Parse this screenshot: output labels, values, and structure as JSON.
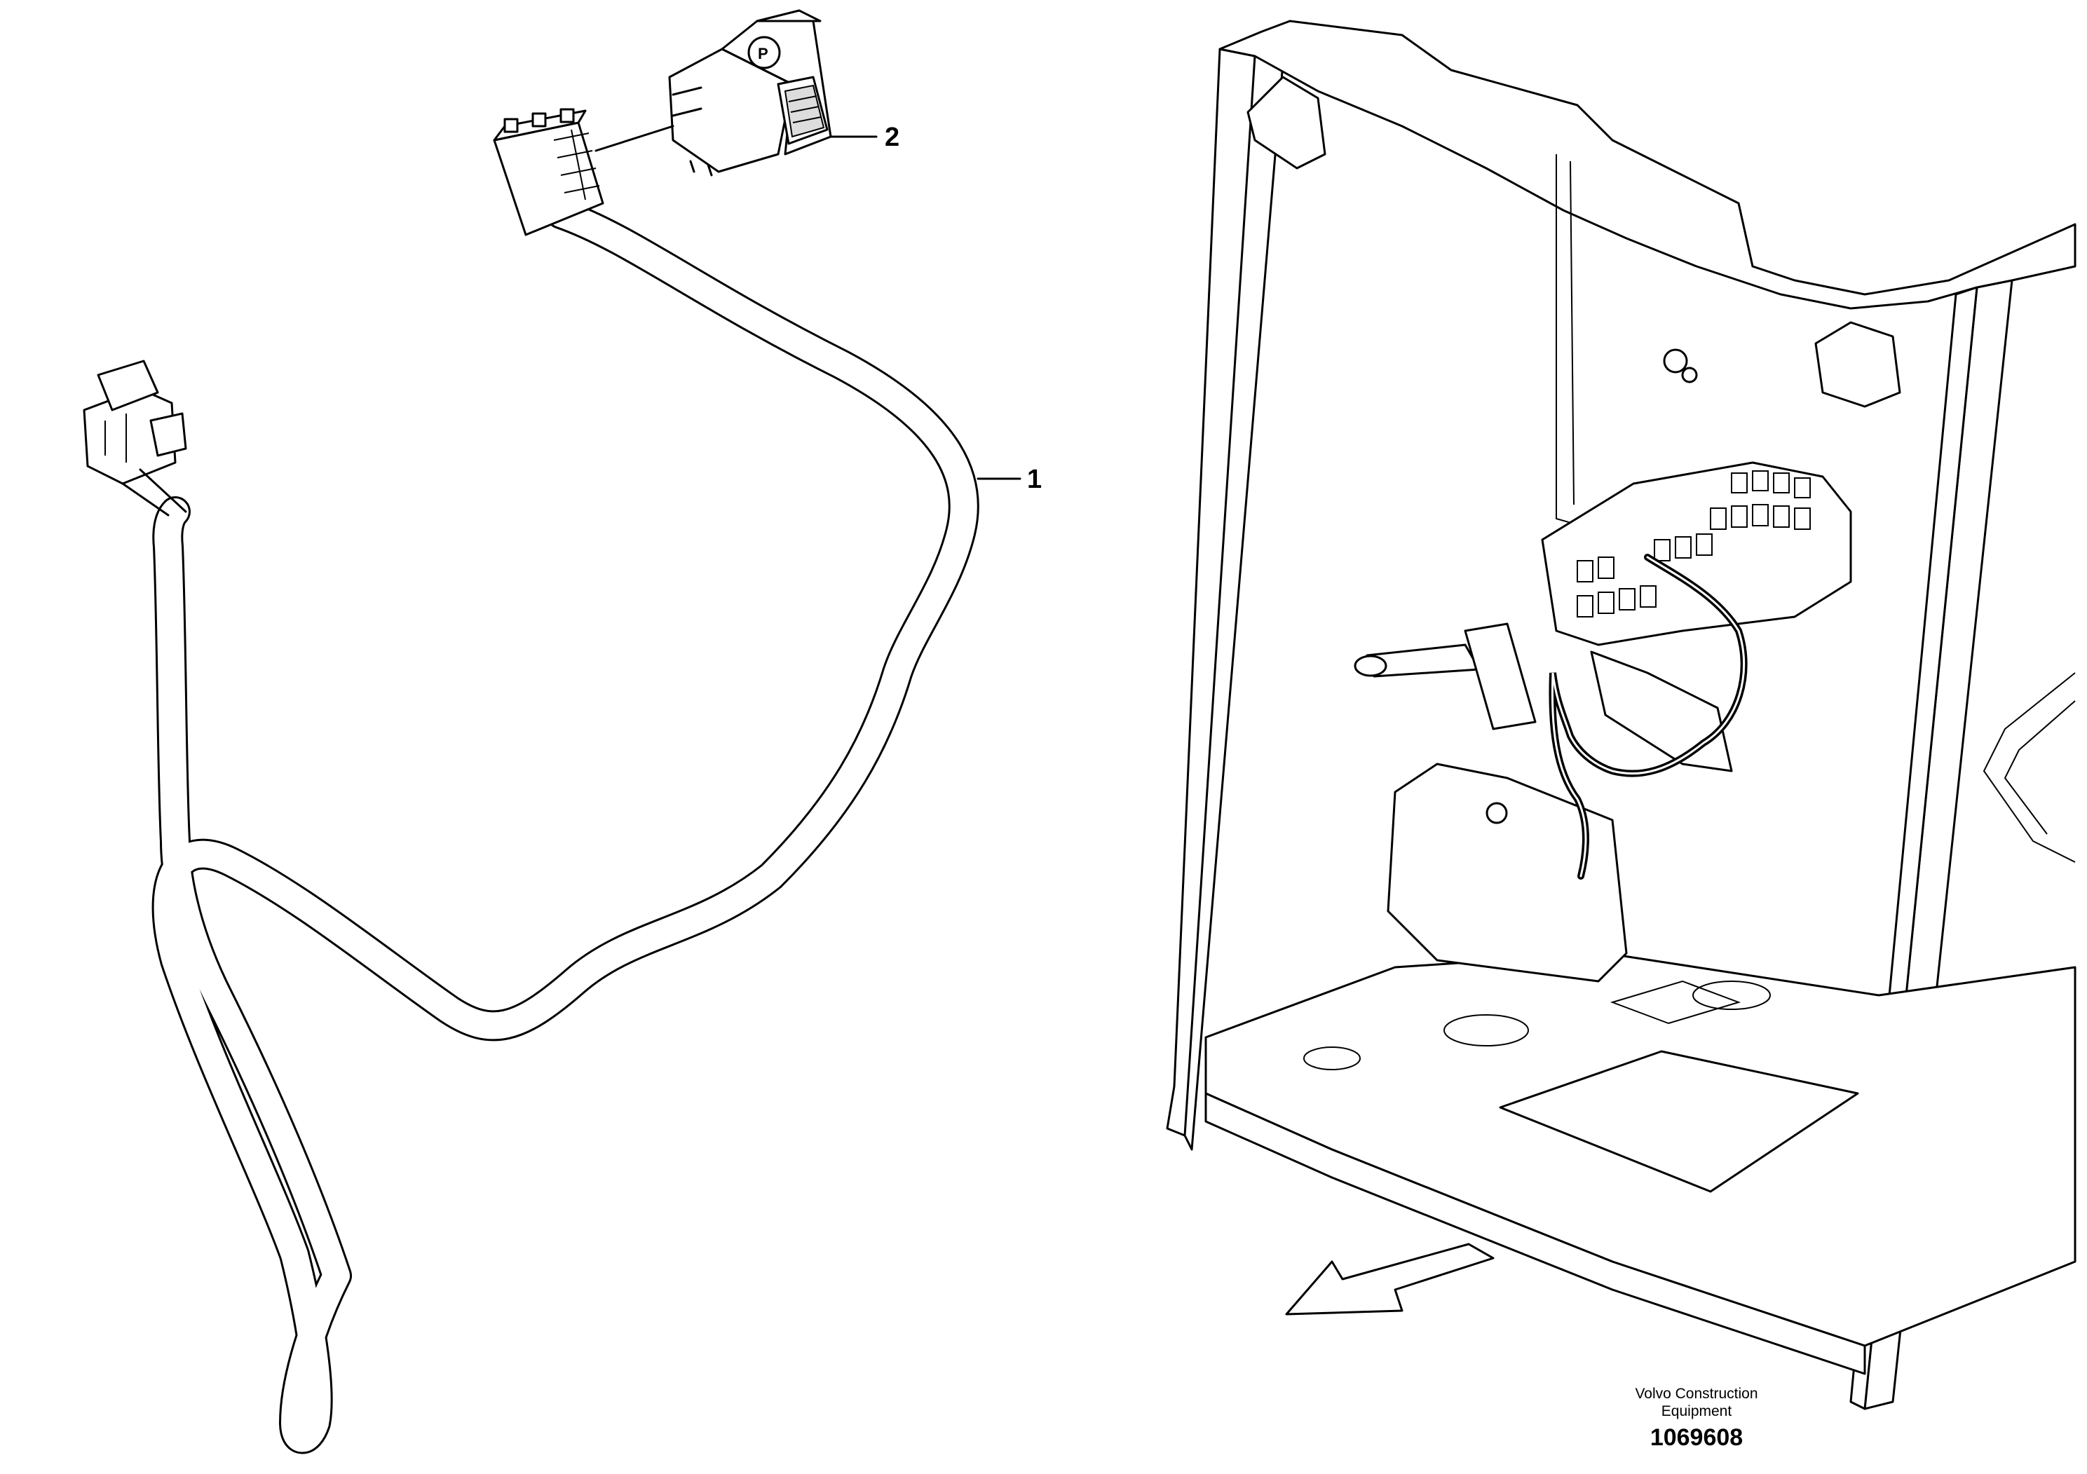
{
  "callouts": [
    {
      "number": "1",
      "part": "cable-harness"
    },
    {
      "number": "2",
      "part": "rocker-switch"
    }
  ],
  "publisher": {
    "line1": "Volvo Construction",
    "line2": "Equipment"
  },
  "document_number": "1069608",
  "icons": {
    "direction_arrow": "forward-direction-arrow-icon",
    "switch_symbol": "parking-brake-symbol-icon"
  }
}
